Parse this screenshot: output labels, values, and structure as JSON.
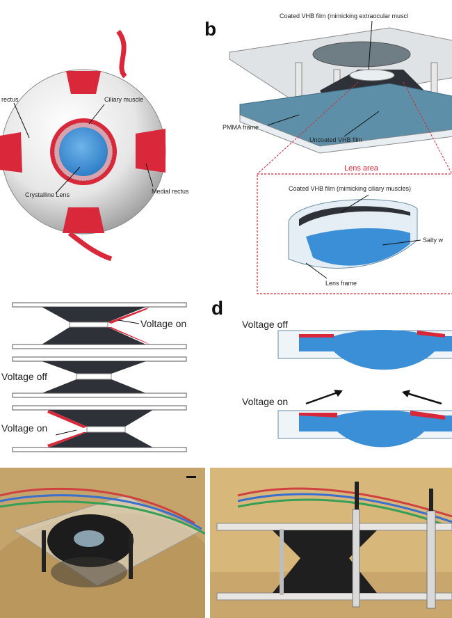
{
  "panel_a": {
    "labels": {
      "lateral": "rectus",
      "ciliary": "Ciliary muscle",
      "lens": "Crystalline Lens",
      "medial": "Medial rectus"
    }
  },
  "panel_b": {
    "letter": "b",
    "labels": {
      "coated_top": "Coated VHB film (mimicking extraocular muscl",
      "pmma": "PMMA frame",
      "uncoated": "Uncoated VHB film",
      "lens_area": "Lens area",
      "coated_lens": "Coated VHB film (mimicking ciliary muscles)",
      "salty": "Salty w",
      "lens_frame": "Lens frame"
    }
  },
  "panel_c": {
    "labels": {
      "v_on_top": "Voltage on",
      "v_off": "Voltage off",
      "v_on_bottom": "Voltage on"
    }
  },
  "panel_d": {
    "letter": "d",
    "labels": {
      "v_off": "Voltage off",
      "v_on": "Voltage on"
    }
  },
  "colors": {
    "muscle_red": "#d8283a",
    "lens_blue": "#3b8fd6",
    "film_dark": "#2e3238",
    "frame_blue": "#5d8fa8",
    "dash_red": "#d8283a"
  }
}
